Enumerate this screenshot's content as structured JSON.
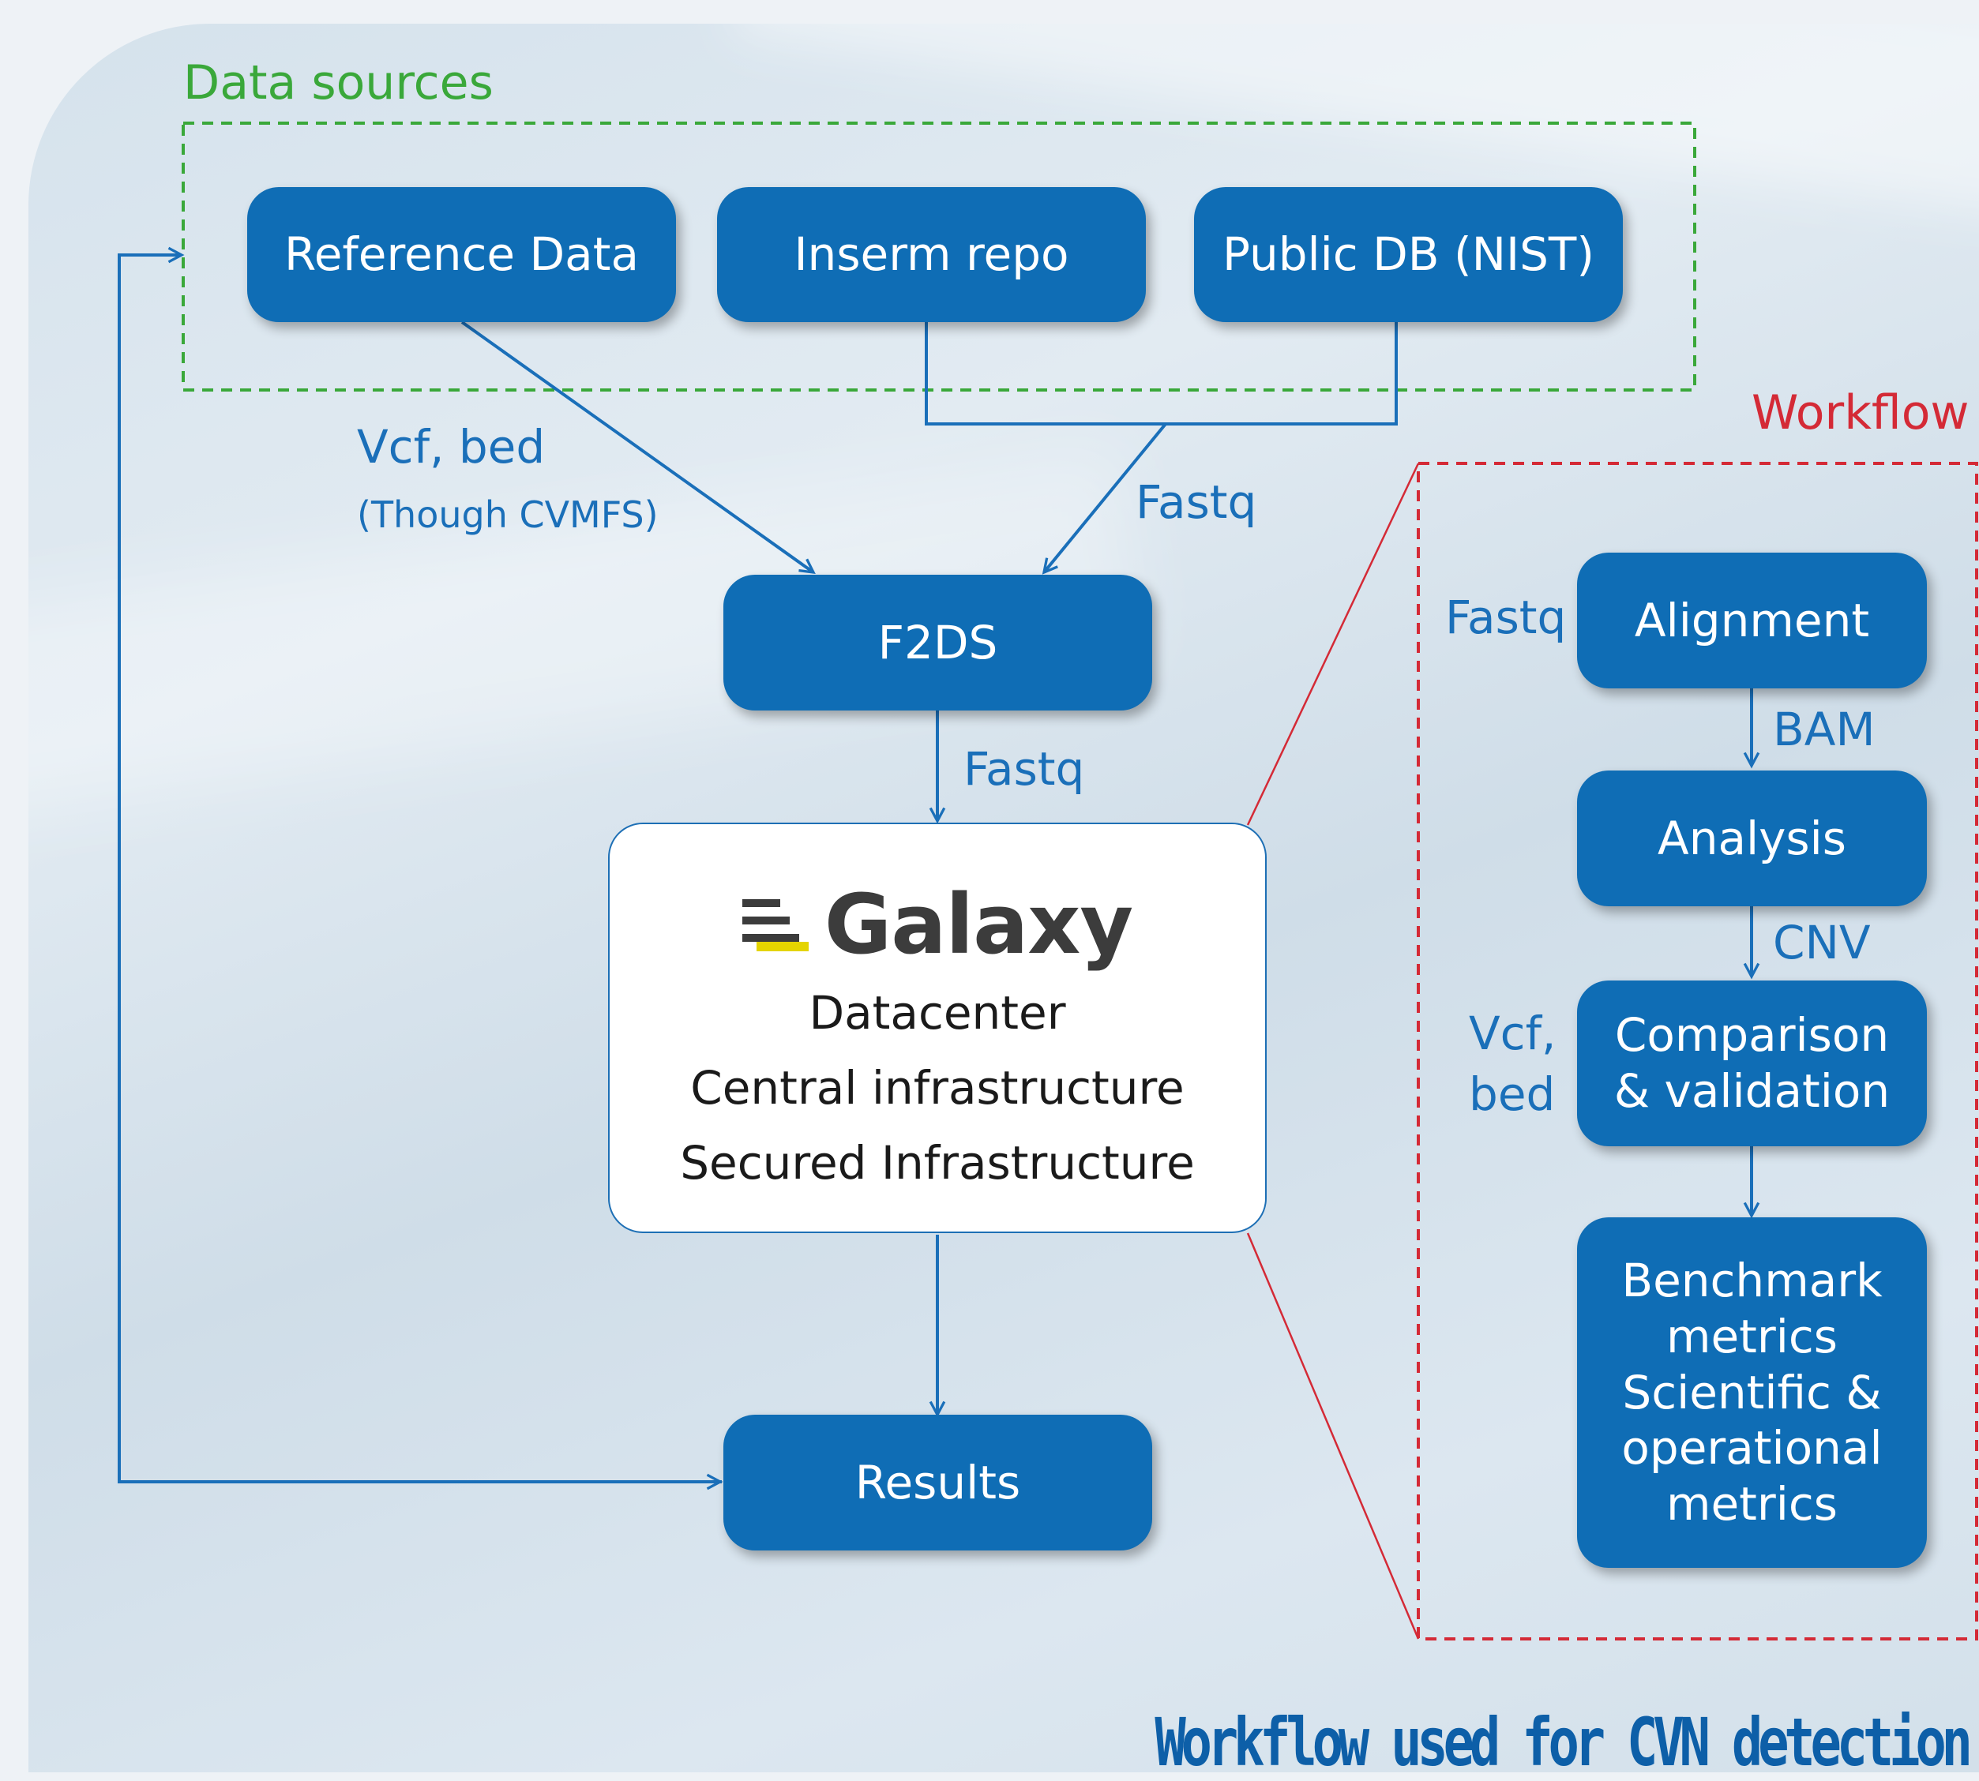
{
  "zones": {
    "data_sources": "Data sources",
    "workflow": "Workflow"
  },
  "sources": {
    "reference": "Reference Data",
    "inserm": "Inserm repo",
    "public_db": "Public DB (NIST)"
  },
  "edge_labels": {
    "vcf_bed": "Vcf, bed",
    "cvmfs_note": "(Though CVMFS)",
    "fastq_sources": "Fastq",
    "fastq_f2ds": "Fastq"
  },
  "f2ds": "F2DS",
  "galaxy": {
    "logo_text": "Galaxy",
    "line1": "Datacenter",
    "line2": "Central infrastructure",
    "line3": "Secured Infrastructure"
  },
  "results": "Results",
  "workflow": {
    "fastq_in": "Fastq",
    "alignment": "Alignment",
    "bam": "BAM",
    "analysis": "Analysis",
    "cnv": "CNV",
    "vcf_in_line1": "Vcf,",
    "vcf_in_line2": "bed",
    "comparison_line1": "Comparison",
    "comparison_line2": "& validation",
    "benchmark_line1": "Benchmark",
    "benchmark_line2": "metrics",
    "benchmark_line3": "Scientific &",
    "benchmark_line4": "operational",
    "benchmark_line5": "metrics"
  },
  "footer_title": "Workflow used for CVN detection",
  "colors": {
    "box": "#0f6db5",
    "arrow": "#1a6fb9",
    "data_sources_border": "#3aa83a",
    "workflow_border": "#d42a36",
    "title": "#0d5fa8"
  }
}
